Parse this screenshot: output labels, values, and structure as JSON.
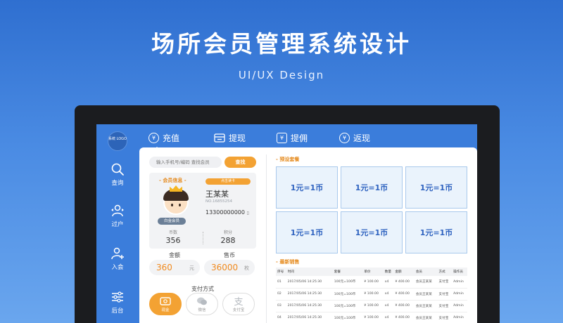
{
  "hero": {
    "title": "场所会员管理系统设计",
    "subtitle": "UI/UX Design"
  },
  "colors": {
    "primary": "#3b7ddb",
    "accent": "#f3a233",
    "package_text": "#2f63c0"
  },
  "sidebar": {
    "logo": "系统 LOGO",
    "items": [
      {
        "label": "查询",
        "icon": "search-icon"
      },
      {
        "label": "过户",
        "icon": "transfer-user-icon"
      },
      {
        "label": "入会",
        "icon": "add-user-icon"
      },
      {
        "label": "后台",
        "icon": "settings-sliders-icon"
      }
    ]
  },
  "tabs": [
    {
      "label": "充值",
      "icon": "yen-coin-icon",
      "active": true
    },
    {
      "label": "提现",
      "icon": "wallet-icon"
    },
    {
      "label": "提佣",
      "icon": "commission-icon"
    },
    {
      "label": "返现",
      "icon": "cashback-icon"
    }
  ],
  "search": {
    "placeholder": "输入手机号/编码 查找会员",
    "button": "查找"
  },
  "member": {
    "section_title": "- 会员信息 -",
    "read_card_button": "点击读卡",
    "name": "王某某",
    "number": "NO.16855254",
    "phone": "13300000000",
    "level": "白金会员",
    "coins_label": "币数",
    "coins": "356",
    "points_label": "积分",
    "points": "288"
  },
  "amount": {
    "label": "金额",
    "value": "360",
    "unit": "元"
  },
  "coins_sale": {
    "label": "售币",
    "value": "36000",
    "unit": "枚"
  },
  "payment": {
    "label": "支付方式",
    "options": [
      {
        "label": "现金",
        "icon": "cash-icon",
        "active": true
      },
      {
        "label": "微信",
        "icon": "wechat-icon"
      },
      {
        "label": "支付宝",
        "icon": "alipay-icon"
      }
    ]
  },
  "packages": {
    "title": "- 预设套餐",
    "items": [
      "1元=1币",
      "1元=1币",
      "1元=1币",
      "1元=1币",
      "1元=1币",
      "1元=1币"
    ]
  },
  "sales": {
    "title": "- 最新销售",
    "columns": [
      "序号",
      "时间",
      "套餐",
      "单价",
      "数量",
      "金额",
      "会员",
      "方式",
      "操作员"
    ],
    "rows": [
      [
        "01",
        "2017/05/06 14:25:30",
        "100元=100币",
        "¥ 100.00",
        "x4",
        "¥ 400.00",
        "会员王某某",
        "支付宝",
        "Admin"
      ],
      [
        "02",
        "2017/05/06 14:25:30",
        "100元=100币",
        "¥ 100.00",
        "x4",
        "¥ 400.00",
        "会员王某某",
        "支付宝",
        "Admin"
      ],
      [
        "03",
        "2017/05/06 14:25:30",
        "100元=100币",
        "¥ 100.00",
        "x4",
        "¥ 400.00",
        "会员王某某",
        "支付宝",
        "Admin"
      ],
      [
        "04",
        "2017/05/06 14:25:30",
        "100元=100币",
        "¥ 100.00",
        "x4",
        "¥ 400.00",
        "会员王某某",
        "支付宝",
        "Admin"
      ]
    ]
  }
}
